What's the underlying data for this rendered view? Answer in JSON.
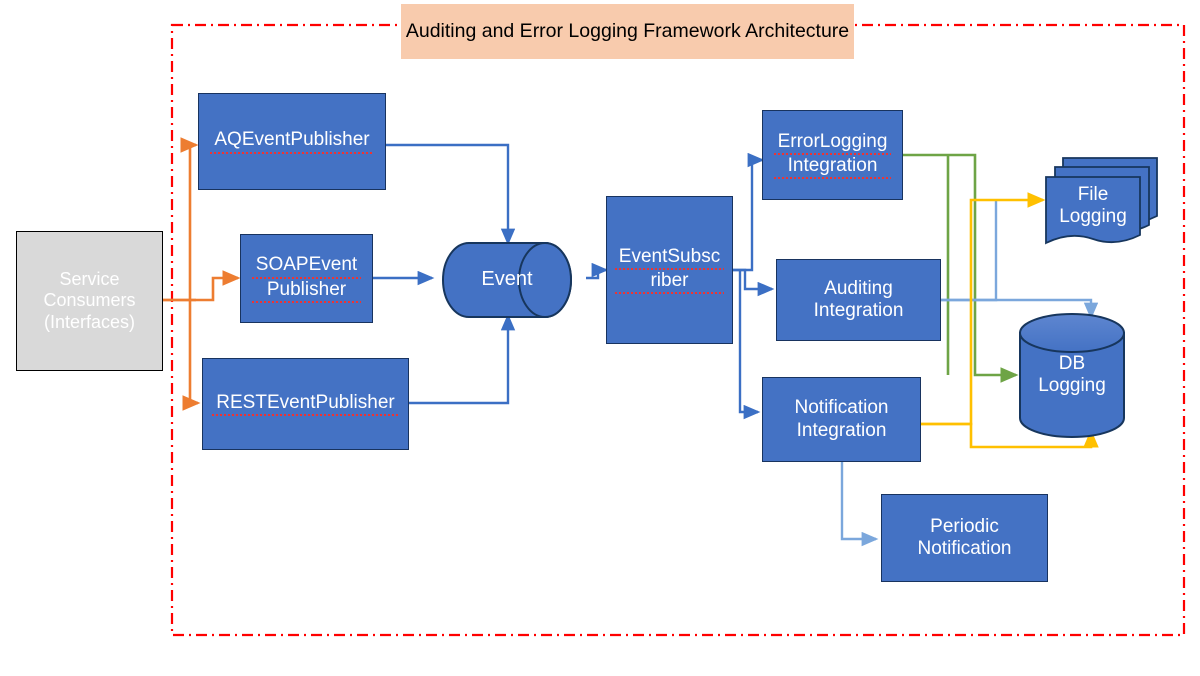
{
  "diagram": {
    "title": "Auditing and Error Logging Framework Architecture",
    "boundary": {
      "style": "dash-dot",
      "color": "#FF0000"
    },
    "colors": {
      "node_fill": "#4472C4",
      "node_stroke": "#18335F",
      "consumer_fill": "#D9D9D9",
      "title_fill": "#F8CBAD",
      "flow_orange": "#ED7D31",
      "flow_blue": "#4472C4",
      "flow_lightblue": "#7BA7DC",
      "flow_green": "#6EA446",
      "flow_yellow": "#FFC000"
    },
    "nodes": [
      {
        "id": "service-consumers",
        "label": "Service Consumers (Interfaces)",
        "lines": [
          "Service",
          "Consumers",
          "(Interfaces)"
        ],
        "shape": "rectangle",
        "fill": "consumer"
      },
      {
        "id": "aq-event-publisher",
        "label": "AQEventPublisher",
        "lines": [
          "AQEventPublisher"
        ],
        "shape": "rectangle",
        "fill": "blue",
        "spellcheck": true
      },
      {
        "id": "soap-event-publisher",
        "label": "SOAPEventPublisher",
        "lines": [
          "SOAPEvent",
          "Publisher"
        ],
        "shape": "rectangle",
        "fill": "blue",
        "spellcheck": true
      },
      {
        "id": "rest-event-publisher",
        "label": "RESTEventPublisher",
        "lines": [
          "RESTEventPublisher"
        ],
        "shape": "rectangle",
        "fill": "blue",
        "spellcheck": true
      },
      {
        "id": "event",
        "label": "Event",
        "lines": [
          "Event"
        ],
        "shape": "cylinder-horizontal",
        "fill": "blue"
      },
      {
        "id": "event-subscriber",
        "label": "EventSubscriber",
        "lines": [
          "EventSubsc",
          "riber"
        ],
        "shape": "rectangle",
        "fill": "blue",
        "spellcheck": true
      },
      {
        "id": "error-logging-integration",
        "label": "ErrorLogging Integration",
        "lines": [
          "ErrorLogging",
          "Integration"
        ],
        "shape": "rectangle",
        "fill": "blue",
        "spellcheck": true
      },
      {
        "id": "auditing-integration",
        "label": "Auditing Integration",
        "lines": [
          "Auditing",
          "Integration"
        ],
        "shape": "rectangle",
        "fill": "blue",
        "spellcheck": false
      },
      {
        "id": "notification-integration",
        "label": "Notification Integration",
        "lines": [
          "Notification",
          "Integration"
        ],
        "shape": "rectangle",
        "fill": "blue",
        "spellcheck": false
      },
      {
        "id": "periodic-notification",
        "label": "Periodic Notification",
        "lines": [
          "Periodic",
          "Notification"
        ],
        "shape": "rectangle",
        "fill": "blue",
        "spellcheck": false
      },
      {
        "id": "file-logging",
        "label": "File Logging",
        "lines": [
          "File",
          "Logging"
        ],
        "shape": "multi-document",
        "fill": "blue"
      },
      {
        "id": "db-logging",
        "label": "DB Logging",
        "lines": [
          "DB Logging"
        ],
        "shape": "cylinder-vertical",
        "fill": "blue"
      }
    ],
    "edges": [
      {
        "from": "service-consumers",
        "to": "aq-event-publisher",
        "color": "flow_orange"
      },
      {
        "from": "service-consumers",
        "to": "soap-event-publisher",
        "color": "flow_orange"
      },
      {
        "from": "service-consumers",
        "to": "rest-event-publisher",
        "color": "flow_orange"
      },
      {
        "from": "aq-event-publisher",
        "to": "event",
        "color": "flow_blue"
      },
      {
        "from": "soap-event-publisher",
        "to": "event",
        "color": "flow_blue"
      },
      {
        "from": "rest-event-publisher",
        "to": "event",
        "color": "flow_blue"
      },
      {
        "from": "event",
        "to": "event-subscriber",
        "color": "flow_blue"
      },
      {
        "from": "event-subscriber",
        "to": "error-logging-integration",
        "color": "flow_blue"
      },
      {
        "from": "event-subscriber",
        "to": "auditing-integration",
        "color": "flow_blue"
      },
      {
        "from": "event-subscriber",
        "to": "notification-integration",
        "color": "flow_blue"
      },
      {
        "from": "error-logging-integration",
        "to": "db-logging",
        "color": "flow_green"
      },
      {
        "from": "auditing-integration",
        "to": "db-logging",
        "color": "flow_lightblue"
      },
      {
        "from": "auditing-integration",
        "to": "file-logging",
        "color": "flow_lightblue"
      },
      {
        "from": "notification-integration",
        "to": "file-logging",
        "color": "flow_yellow"
      },
      {
        "from": "notification-integration",
        "to": "db-logging",
        "color": "flow_yellow"
      },
      {
        "from": "notification-integration",
        "to": "periodic-notification",
        "color": "flow_lightblue"
      }
    ]
  }
}
